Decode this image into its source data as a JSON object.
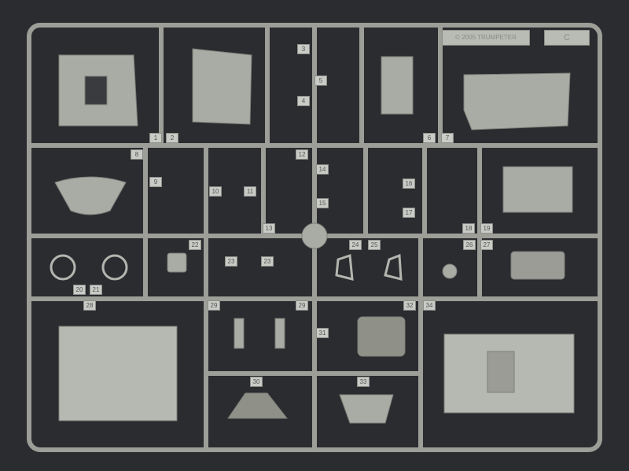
{
  "sprue": {
    "letter": "C",
    "maker_plate": "© 2005 TRUMPETER",
    "tags": [
      "1",
      "2",
      "3",
      "5",
      "4",
      "6",
      "7",
      "8",
      "9",
      "10",
      "11",
      "12",
      "13",
      "14",
      "15",
      "16",
      "17",
      "18",
      "19",
      "20",
      "21",
      "22",
      "23",
      "23",
      "24",
      "25",
      "26",
      "27",
      "28",
      "29",
      "29",
      "30",
      "31",
      "32",
      "33",
      "34"
    ]
  },
  "colors": {
    "background": "#2b2c30",
    "runner": "#9c9e97",
    "part": "#a9aba5"
  }
}
